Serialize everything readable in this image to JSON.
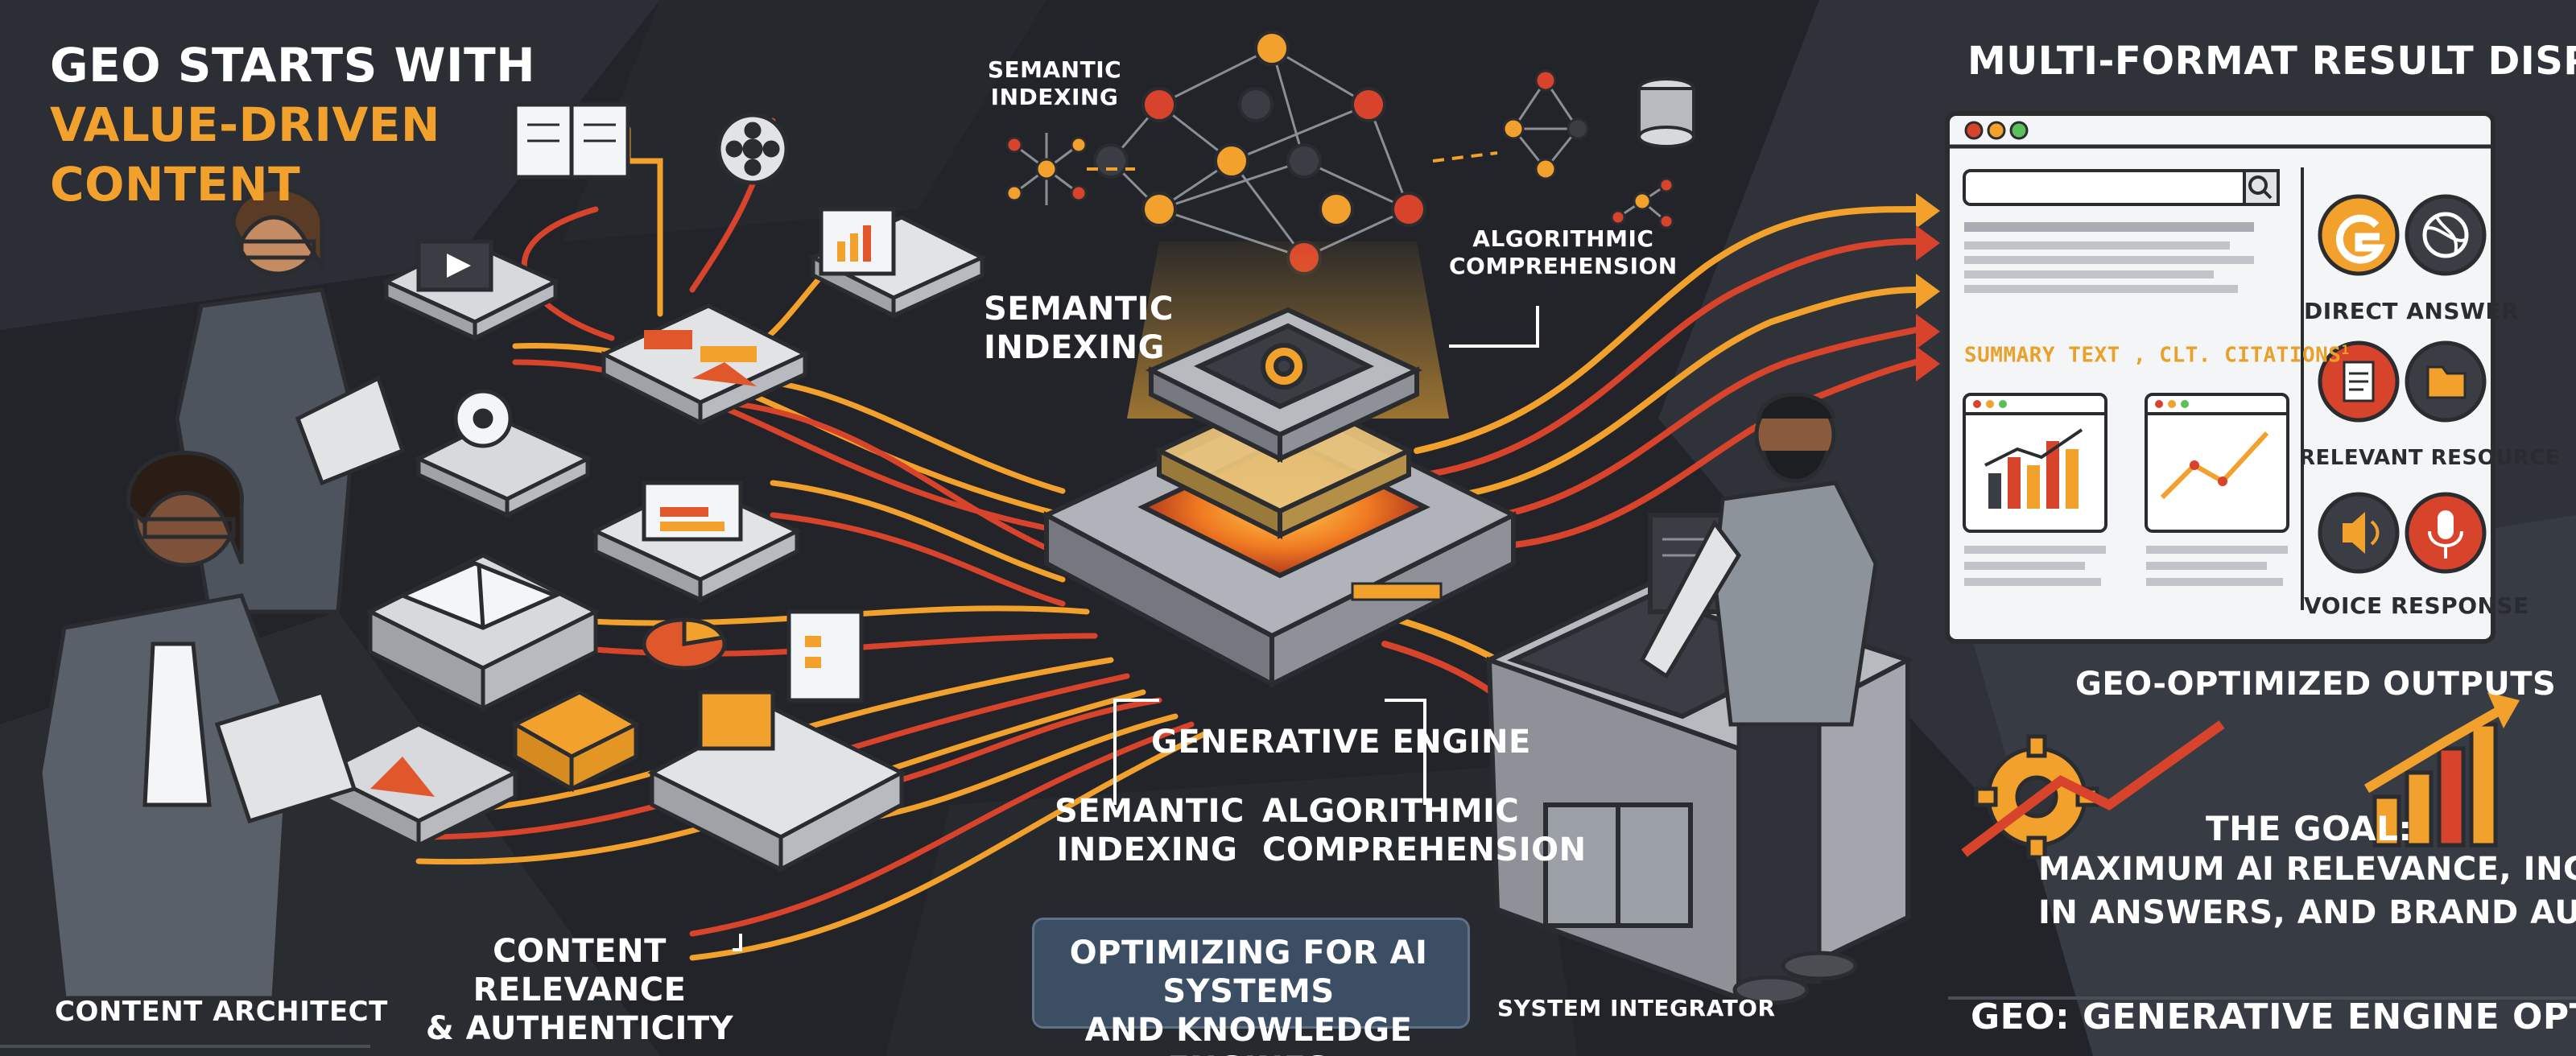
{
  "headline": {
    "line1": "GEO STARTS WITH",
    "line2": "VALUE-DRIVEN",
    "line3": "CONTENT"
  },
  "people": {
    "content_architect": "CONTENT ARCHITECT",
    "system_integrator": "SYSTEM INTEGRATOR"
  },
  "labels": {
    "semantic_indexing_top": "SEMANTIC\nINDEXING",
    "semantic_indexing_mid": "SEMANTIC\nINDEXING",
    "algorithmic_comprehension_top": "ALGORITHMIC\nCOMPREHENSION",
    "generative_engine": "GENERATIVE ENGINE",
    "semantic_indexing_bottom": "SEMANTIC\nINDEXING",
    "algorithmic_comprehension_bottom": "ALGORITHMIC\nCOMPREHENSION",
    "content_relevance": "CONTENT RELEVANCE\n& AUTHENTICITY",
    "optimizing_badge": "OPTIMIZING FOR AI SYSTEMS\nAND KNOWLEDGE ENGINES"
  },
  "results": {
    "title": "MULTI-FORMAT RESULT DISPLAY",
    "summary_text": "SUMMARY TEXT , CLT. CITATIONS",
    "summary_sup": "1",
    "items": [
      {
        "label": "DIRECT ANSWER",
        "icons": [
          "g-logo-icon",
          "globe-icon"
        ]
      },
      {
        "label": "RELEVANT RESOURCE",
        "icons": [
          "document-icon",
          "folder-icon"
        ]
      },
      {
        "label": "VOICE RESPONSE",
        "icons": [
          "speaker-icon",
          "microphone-icon"
        ]
      }
    ],
    "outputs_label": "GEO-OPTIMIZED OUTPUTS"
  },
  "goal": {
    "line1": "THE GOAL:",
    "line2": "MAXIMUM AI RELEVANCE, INCLUSION",
    "line3": "IN ANSWERS, AND BRAND AUTHORITY"
  },
  "footer": "GEO: GENERATIVE ENGINE OPTIMIZATION",
  "colors": {
    "background": "#222429",
    "accent_orange": "#f2a12c",
    "accent_red": "#d8432b",
    "panel_dark": "#2d3036",
    "badge_blue": "#3b4e63"
  }
}
